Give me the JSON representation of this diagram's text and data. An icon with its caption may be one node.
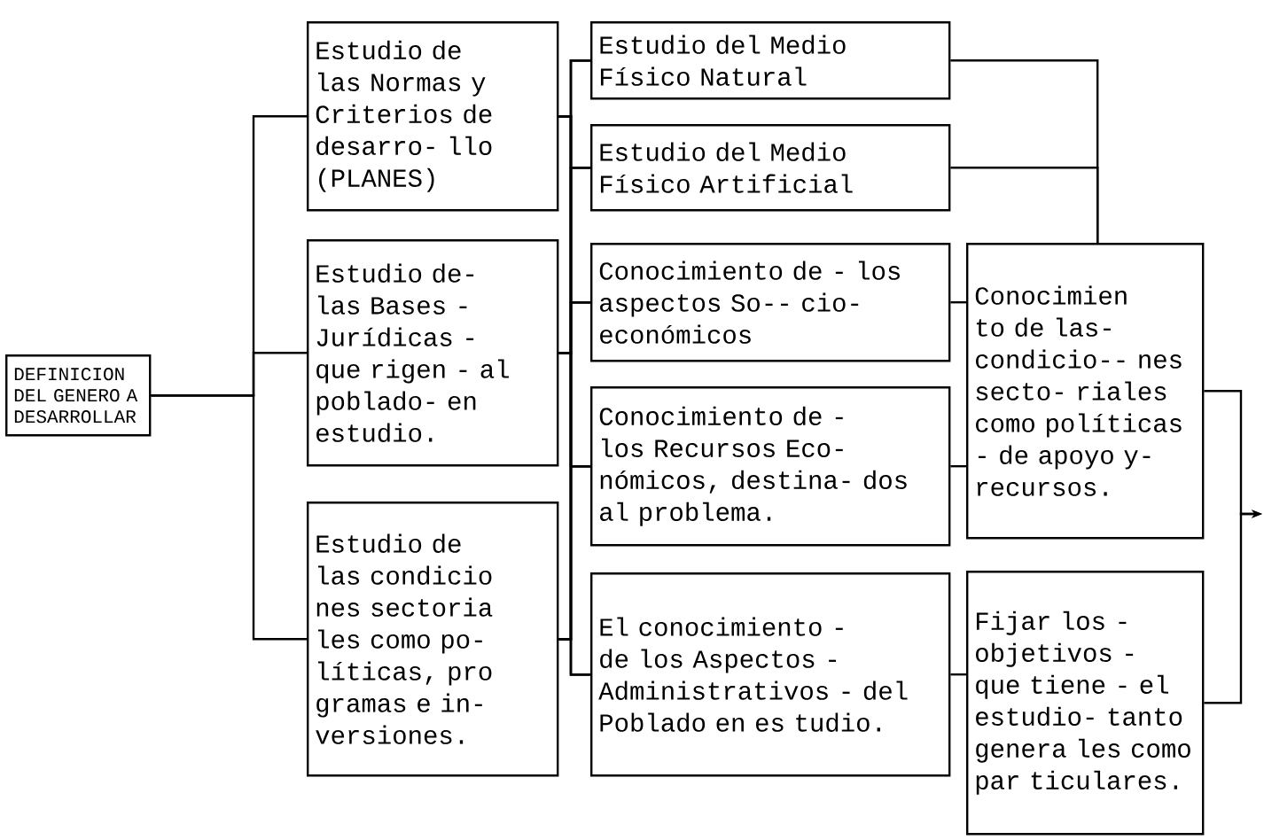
{
  "diagram": {
    "nodes": [
      {
        "text": [
          "DEFINICION DEL GENERO A DESARROLLAR"
        ]
      },
      {
        "text": [
          "Estudio de las Normas y Criterios de desarro- llo (PLANES)"
        ]
      },
      {
        "text": [
          "Estudio de- las Bases - Jurídicas - que rigen - al poblado- en estudio."
        ]
      },
      {
        "text": [
          "Estudio de las condicio nes sectoria les como po- líticas, pro gramas e in- versiones."
        ]
      },
      {
        "text": [
          "Estudio del Medio Físico Natural"
        ]
      },
      {
        "text": [
          "Estudio del Medio Físico Artificial"
        ]
      },
      {
        "text": [
          "Conocimiento de - los aspectos So-- cio-económicos"
        ]
      },
      {
        "text": [
          "Conocimiento de - los Recursos Eco- nómicos, destina- dos al problema."
        ]
      },
      {
        "text": [
          "El conocimiento - de los Aspectos - Administrativos - del Poblado en es tudio."
        ]
      },
      {
        "text": [
          "Conocimien to de las- condicio-- nes secto- riales como políticas - de apoyo y- recursos."
        ]
      },
      {
        "text": [
          "Fijar los - objetivos - que tiene - el estudio- tanto genera les como par ticulares."
        ]
      }
    ],
    "edges": [
      {
        "from": 0,
        "to": 1,
        "arrow": "none"
      },
      {
        "from": 0,
        "to": 2,
        "arrow": "none"
      },
      {
        "from": 0,
        "to": 3,
        "arrow": "none"
      },
      {
        "from": 1,
        "to": 4,
        "arrow": "none"
      },
      {
        "from": 1,
        "to": 5,
        "arrow": "none"
      },
      {
        "from": 1,
        "to": 6,
        "arrow": "none"
      },
      {
        "from": 1,
        "to": 7,
        "arrow": "none"
      },
      {
        "from": 1,
        "to": 8,
        "arrow": "none"
      },
      {
        "from": 2,
        "to": 4,
        "arrow": "none"
      },
      {
        "from": 2,
        "to": 5,
        "arrow": "none"
      },
      {
        "from": 2,
        "to": 6,
        "arrow": "none"
      },
      {
        "from": 2,
        "to": 7,
        "arrow": "none"
      },
      {
        "from": 2,
        "to": 8,
        "arrow": "none"
      },
      {
        "from": 3,
        "to": 4,
        "arrow": "none"
      },
      {
        "from": 3,
        "to": 5,
        "arrow": "none"
      },
      {
        "from": 3,
        "to": 6,
        "arrow": "none"
      },
      {
        "from": 3,
        "to": 7,
        "arrow": "none"
      },
      {
        "from": 3,
        "to": 8,
        "arrow": "none"
      },
      {
        "from": 4,
        "to": 9,
        "arrow": "none"
      },
      {
        "from": 5,
        "to": 9,
        "arrow": "none"
      },
      {
        "from": 6,
        "to": 9,
        "arrow": "none"
      },
      {
        "from": 7,
        "to": 9,
        "arrow": "none"
      },
      {
        "from": 8,
        "to": 10,
        "arrow": "none"
      },
      {
        "from": 9,
        "to": null,
        "arrow": "to"
      },
      {
        "from": 10,
        "to": null,
        "arrow": "to"
      }
    ]
  }
}
